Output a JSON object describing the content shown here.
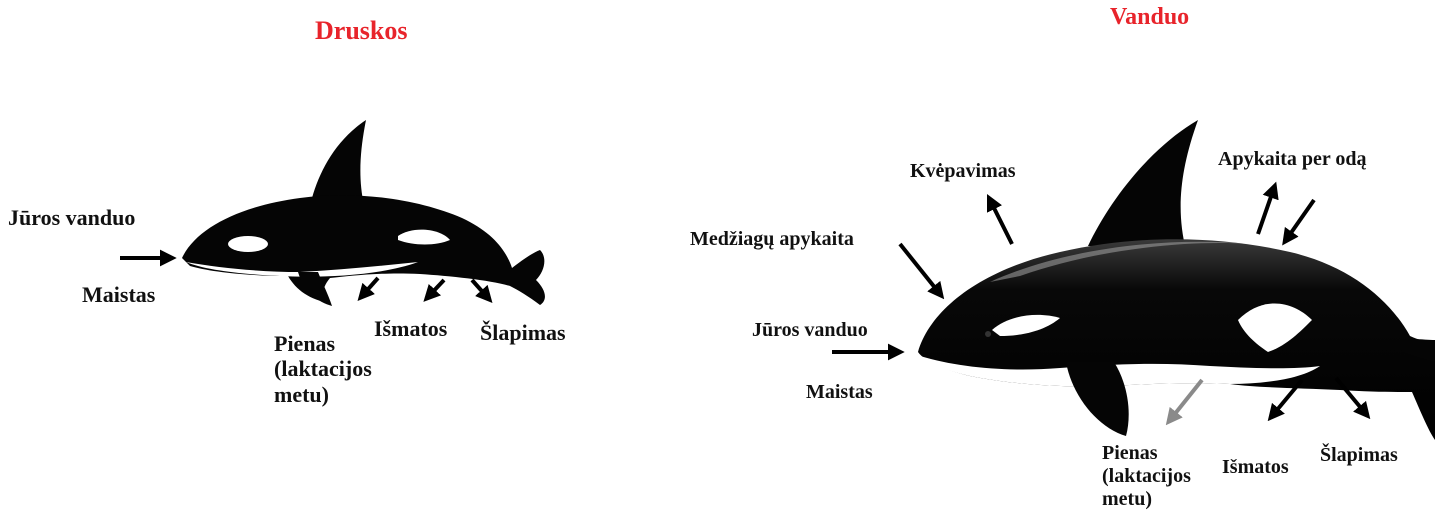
{
  "panels": [
    {
      "title": "Druskos",
      "labels": {
        "input_water": "Jūros vanduo",
        "input_food": "Maistas",
        "milk_line1": "Pienas",
        "milk_line2": "(laktacijos",
        "milk_line3": "metu)",
        "feces": "Išmatos",
        "urine": "Šlapimas"
      }
    },
    {
      "title": "Vanduo",
      "labels": {
        "respiration": "Kvėpavimas",
        "skin_exchange": "Apykaita per odą",
        "metabolism": "Medžiagų apykaita",
        "input_water": "Jūros vanduo",
        "input_food": "Maistas",
        "milk_line1": "Pienas",
        "milk_line2": "(laktacijos",
        "milk_line3": "metu)",
        "feces": "Išmatos",
        "urine": "Šlapimas"
      }
    }
  ],
  "colors": {
    "title": "#e8242b",
    "text": "#111111",
    "arrow": "#000000",
    "milk_arrow_right": "#8a8a8a",
    "orca_body": "#0a0a0a",
    "orca_belly": "#ffffff"
  }
}
